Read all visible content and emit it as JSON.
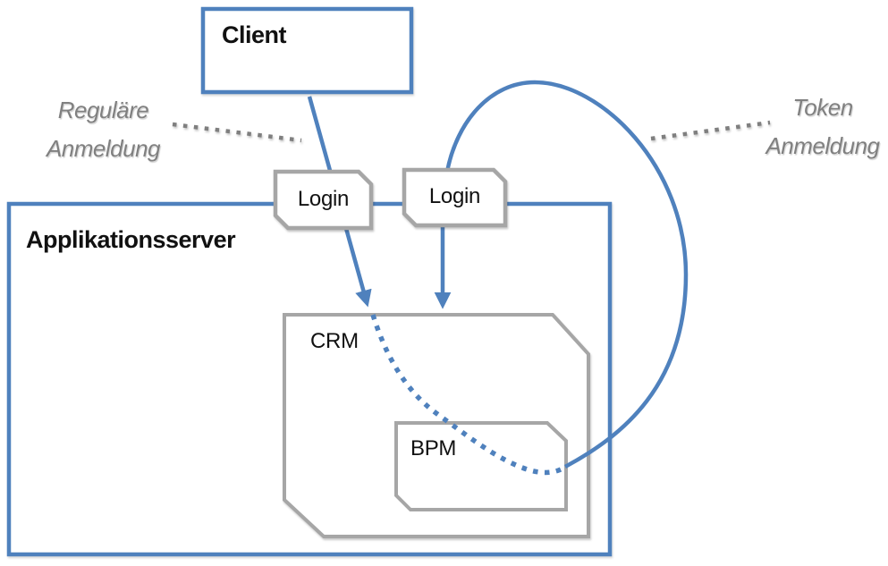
{
  "diagram": {
    "client_label": "Client",
    "app_server_label": "Applikationsserver",
    "login_left_label": "Login",
    "login_right_label": "Login",
    "crm_label": "CRM",
    "bpm_label": "BPM"
  },
  "annotations": {
    "regular_line1": "Reguläre",
    "regular_line2": "Anmeldung",
    "token_line1": "Token",
    "token_line2": "Anmeldung"
  },
  "flows": {
    "regular_login_arrow": "client-to-crm-via-login",
    "token_login_curve": "login-to-bpm-token-curve",
    "session_dotted_curve": "crm-to-bpm-dotted"
  },
  "colors": {
    "accent_blue": "#4f81bd",
    "box_gray": "#a6a6a6",
    "text_gray": "#808080",
    "dotted_gray": "#7f7f7f"
  }
}
